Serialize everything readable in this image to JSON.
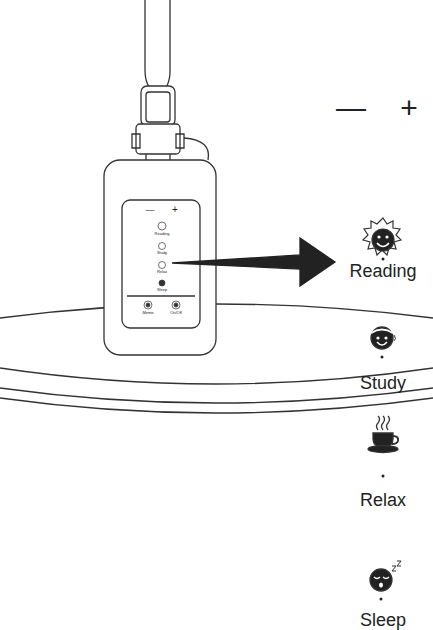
{
  "diagram": {
    "labels": [
      "—",
      "+",
      "Reading",
      "Study",
      "Relax",
      "Sleep",
      "—",
      "+",
      "Reading",
      "Study",
      "Relax",
      "Sleep",
      "Memo",
      "On/Off"
    ]
  }
}
